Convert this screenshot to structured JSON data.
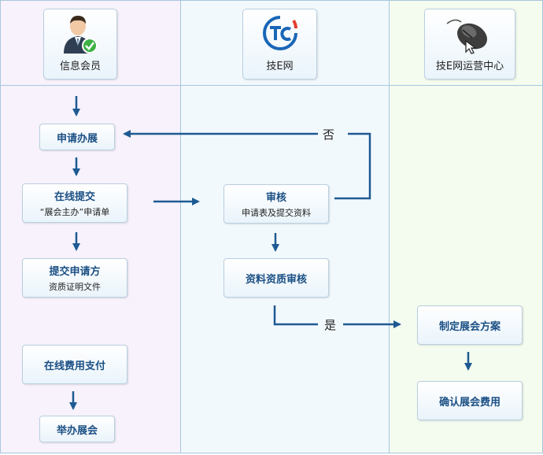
{
  "lanes": {
    "member": {
      "label": "信息会员",
      "icon": "business-user-icon"
    },
    "jie": {
      "label": "技E网",
      "icon": "tc-logo-icon"
    },
    "ops": {
      "label": "技E网运营中心",
      "icon": "mouse-icon"
    }
  },
  "steps": {
    "apply": {
      "title": "申请办展"
    },
    "submit_online": {
      "title": "在线提交",
      "sub": "“展会主办”申请单"
    },
    "submit_docs": {
      "title": "提交申请方",
      "sub": "资质证明文件"
    },
    "pay_online": {
      "title": "在线费用支付"
    },
    "hold": {
      "title": "举办展会"
    },
    "review": {
      "title": "审核",
      "sub": "申请表及提交资料"
    },
    "qual_review": {
      "title": "资料资质审核"
    },
    "plan": {
      "title": "制定展会方案"
    },
    "confirm_fee": {
      "title": "确认展会费用"
    }
  },
  "decisions": {
    "no": "否",
    "yes": "是"
  },
  "colors": {
    "arrow": "#1e5a92",
    "lane_border": "#a9c6de",
    "box_border": "#b9cfe0"
  }
}
